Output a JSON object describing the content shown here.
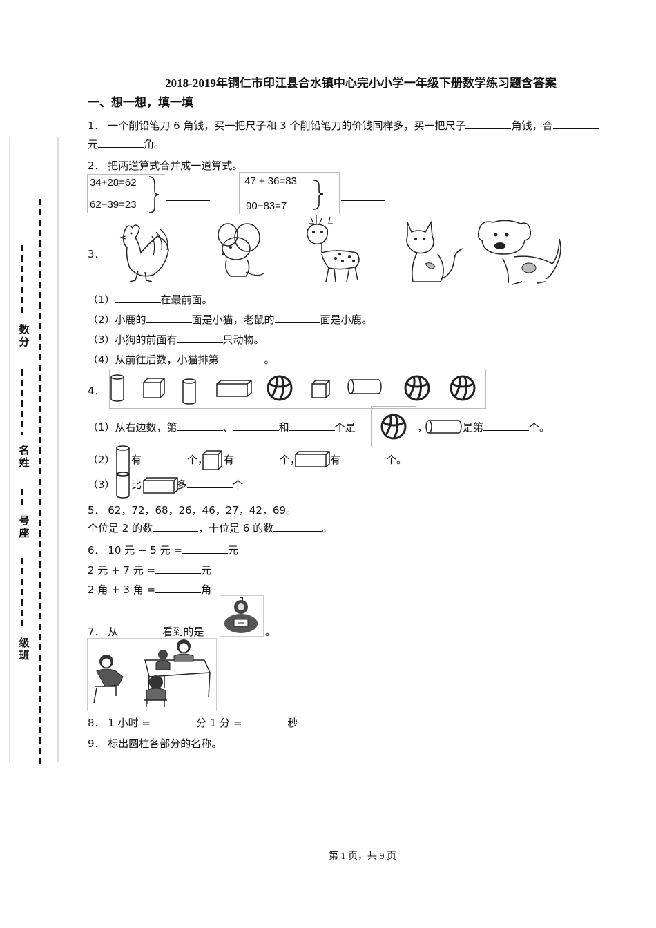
{
  "title": "2018-2019年铜仁市印江县合水镇中心完小小学一年级下册数学练习题含答案",
  "section1": "一、想一想，填一填",
  "q1": {
    "line1": "1．  一个削铅笔刀 6 角钱，买一把尺子和 3 个削铅笔刀的价钱同样多，买一把尺子",
    "mid": "角钱，合",
    "line2": "元",
    "end": "角。"
  },
  "q2": {
    "label": "2．  把两道算式合并成一道算式。",
    "eq1": "34+28=62",
    "eq2": "62−39=23",
    "eq3": "47 + 36=83",
    "eq4": "90−83=7"
  },
  "q3": {
    "label": "3．",
    "p1a": "（1）",
    "p1b": "在最前面。",
    "p2a": "（2）小鹿的",
    "p2b": "面是小猫，老鼠的",
    "p2c": "面是小鹿。",
    "p3a": "（3）小狗的前面有",
    "p3b": "只动物。",
    "p4a": "（4）从前往后数，小猫排第",
    "p4b": "。"
  },
  "q4": {
    "label": "4．",
    "p1a": "（1）从右边数，第",
    "p1b": "、",
    "p1c": "和",
    "p1d": "个是",
    "p1e": "，",
    "p1f": "是第",
    "p1g": "个。",
    "p2a": "（2）",
    "p2b": "有",
    "p2c": "个，",
    "p2d": "有",
    "p2e": "个，",
    "p2f": "有",
    "p2g": "个。",
    "p3a": "（3）",
    "p3b": "比",
    "p3c": "多",
    "p3d": "个"
  },
  "q5": {
    "line1": "5．  62，72，68，26，46，27，42，69。",
    "a": "个位是 2 的数",
    "b": "，十位是 6 的数",
    "c": "。"
  },
  "q6": {
    "l1a": "6．  10 元 − 5 元 =",
    "l1b": "元",
    "l2a": "2 元 + 7 元 =",
    "l2b": "元",
    "l3a": "2 角 + 3 角 =",
    "l3b": "角"
  },
  "q7": {
    "a": "7．  从",
    "b": "看到的是",
    "c": "。"
  },
  "q8": {
    "a": "8．  1 小时 =",
    "b": "分    1 分 =",
    "c": "秒"
  },
  "q9": "9．  标出圆柱各部分的名称。",
  "side": {
    "score": "数分",
    "name": "名姓",
    "seat": "号座",
    "class": "级班"
  },
  "footer": "第 1 页，共 9 页"
}
